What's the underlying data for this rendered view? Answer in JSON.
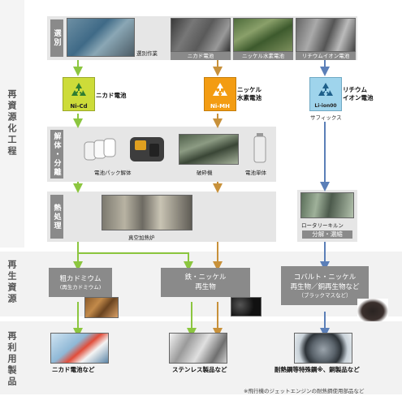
{
  "bands": {
    "recycling_process": "再資源化工程",
    "recycled_resources": "再生資源",
    "recycled_products": "再利用製品"
  },
  "sorting": {
    "label": "選別",
    "captions": [
      "選別作業",
      "ニカド電池",
      "ニッケル水素電池",
      "リチウムイオン電池"
    ]
  },
  "batteries": [
    {
      "symbol_text": "Ni-Cd",
      "name": "ニカド電池",
      "color": "#cddc39",
      "text_color": "#222"
    },
    {
      "symbol_text": "Ni-MH",
      "name": "ニッケル\n水素電池",
      "color": "#f39c12",
      "text_color": "#fff"
    },
    {
      "symbol_text": "Li-ion00",
      "name": "リチウム\nイオン電池",
      "color": "#9fd4ec",
      "text_color": "#222",
      "note": "サフィックス"
    }
  ],
  "disassembly": {
    "label": "解体・分離",
    "captions": [
      "電池パック解体",
      "破砕機",
      "電池単体"
    ]
  },
  "heat": {
    "label": "熱処理",
    "caption": "真空加熱炉"
  },
  "kiln": {
    "caption": "ロータリーキルン",
    "process": "分解・濃縮"
  },
  "resources": [
    {
      "title": "粗カドミウム",
      "sub": "(再生カドミウム)"
    },
    {
      "title": "鉄・ニッケル\n再生物",
      "sub": ""
    },
    {
      "title": "コバルト・ニッケル\n再生物／銅再生物など",
      "sub": "（ブラックマスなど）"
    }
  ],
  "products": [
    "ニカド電池など",
    "ステンレス製品など",
    "耐熱鋼等特殊鋼※、銅製品など"
  ],
  "footnote": "※飛行機のジェットエンジンの耐熱鋼使用部品など",
  "colors": {
    "green_arrow": "#8cc63f",
    "orange_arrow": "#c8913a",
    "blue_arrow": "#5b7fb8",
    "band_grey": "#e6e6e6",
    "label_grey": "#8a8a8a"
  },
  "icons": [
    "recycle-icon",
    "arrow-down-icon"
  ]
}
